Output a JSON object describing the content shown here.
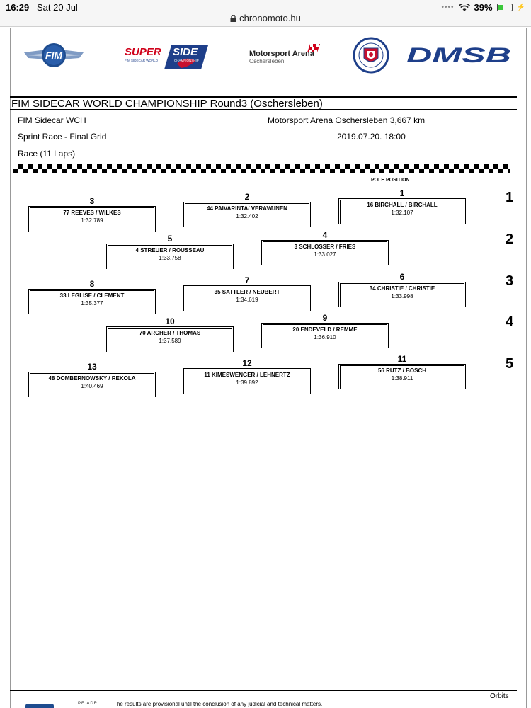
{
  "status_bar": {
    "time": "16:29",
    "date": "Sat 20 Jul",
    "battery": "39%",
    "battery_level": 0.39
  },
  "browser": {
    "url": "chronomoto.hu"
  },
  "logos": {
    "fim": "FIM",
    "superside_line1": "SUPER SIDE",
    "superside_line2": "FIM SIDECAR WORLD CHAMPIONSHIP",
    "arena_line1": "Motorsport Arena",
    "arena_line2": "Oschersleben",
    "dmsb": "DMSB"
  },
  "header": {
    "title": "FIM SIDECAR WORLD CHAMPIONSHIP Round3 (Oschersleben)",
    "series": "FIM Sidecar WCH",
    "venue": "Motorsport Arena Oschersleben 3,667 km",
    "session": "Sprint Race - Final Grid",
    "datetime": "2019.07.20. 18:00",
    "race": "Race (11 Laps)",
    "pole_label": "POLE POSITION"
  },
  "grid": [
    {
      "pos": "1",
      "rider": "16 BIRCHALL / BIRCHALL",
      "time": "1:32.107"
    },
    {
      "pos": "2",
      "rider": "44 PAIVARINTA/ VERAVAINEN",
      "time": "1:32.402"
    },
    {
      "pos": "3",
      "rider": "77 REEVES / WILKES",
      "time": "1:32.789"
    },
    {
      "pos": "4",
      "rider": "3 SCHLOSSER / FRIES",
      "time": "1:33.027"
    },
    {
      "pos": "5",
      "rider": "4 STREUER / ROUSSEAU",
      "time": "1:33.758"
    },
    {
      "pos": "6",
      "rider": "34 CHRISTIE / CHRISTIE",
      "time": "1:33.998"
    },
    {
      "pos": "7",
      "rider": "35 SATTLER / NEUBERT",
      "time": "1:34.619"
    },
    {
      "pos": "8",
      "rider": "33 LEGLISE / CLEMENT",
      "time": "1:35.377"
    },
    {
      "pos": "9",
      "rider": "20 ENDEVELD / REMME",
      "time": "1:36.910"
    },
    {
      "pos": "10",
      "rider": "70 ARCHER / THOMAS",
      "time": "1:37.589"
    },
    {
      "pos": "11",
      "rider": "56 RUTZ / BOSCH",
      "time": "1:38.911"
    },
    {
      "pos": "12",
      "rider": "11 KIMESWENGER / LEHNERTZ",
      "time": "1:39.892"
    },
    {
      "pos": "13",
      "rider": "48 DOMBERNOWSKY / REKOLA",
      "time": "1:40.469"
    }
  ],
  "row_numbers": [
    "1",
    "2",
    "3",
    "4",
    "5"
  ],
  "footer": {
    "brand": "Orbits",
    "note": "The results are provisional until the conclusion of any judicial and technical matters.",
    "logo_fragment": "PE ADR"
  }
}
